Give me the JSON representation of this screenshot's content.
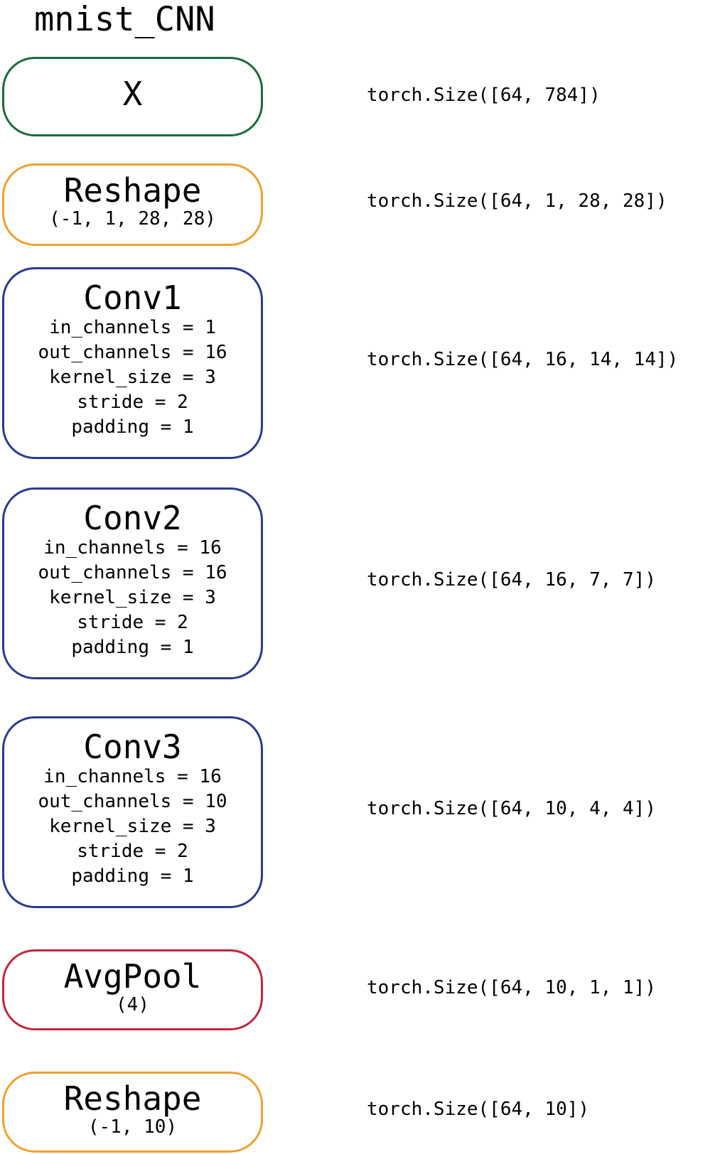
{
  "title": "mnist_CNN",
  "colors": {
    "input": "#1a6b3c",
    "reshape": "#f0a030",
    "conv": "#2c3a8f",
    "pool": "#c0283a"
  },
  "nodes": [
    {
      "id": "x",
      "kind": "input",
      "title": "X",
      "sub": "",
      "params": [],
      "shape": "torch.Size([64, 784])"
    },
    {
      "id": "reshape1",
      "kind": "reshape",
      "title": "Reshape",
      "sub": "(-1, 1, 28, 28)",
      "params": [],
      "shape": "torch.Size([64, 1, 28, 28])"
    },
    {
      "id": "conv1",
      "kind": "conv",
      "title": "Conv1",
      "sub": "",
      "params": [
        "in_channels = 1",
        "out_channels = 16",
        "kernel_size = 3",
        "stride = 2",
        "padding = 1"
      ],
      "shape": "torch.Size([64, 16, 14, 14])"
    },
    {
      "id": "conv2",
      "kind": "conv",
      "title": "Conv2",
      "sub": "",
      "params": [
        "in_channels = 16",
        "out_channels = 16",
        "kernel_size = 3",
        "stride = 2",
        "padding = 1"
      ],
      "shape": "torch.Size([64, 16, 7, 7])"
    },
    {
      "id": "conv3",
      "kind": "conv",
      "title": "Conv3",
      "sub": "",
      "params": [
        "in_channels = 16",
        "out_channels = 10",
        "kernel_size = 3",
        "stride = 2",
        "padding = 1"
      ],
      "shape": "torch.Size([64, 10, 4, 4])"
    },
    {
      "id": "avgpool",
      "kind": "pool",
      "title": "AvgPool",
      "sub": "(4)",
      "params": [],
      "shape": "torch.Size([64, 10, 1, 1])"
    },
    {
      "id": "reshape2",
      "kind": "reshape",
      "title": "Reshape",
      "sub": "(-1, 10)",
      "params": [],
      "shape": "torch.Size([64, 10])"
    }
  ]
}
